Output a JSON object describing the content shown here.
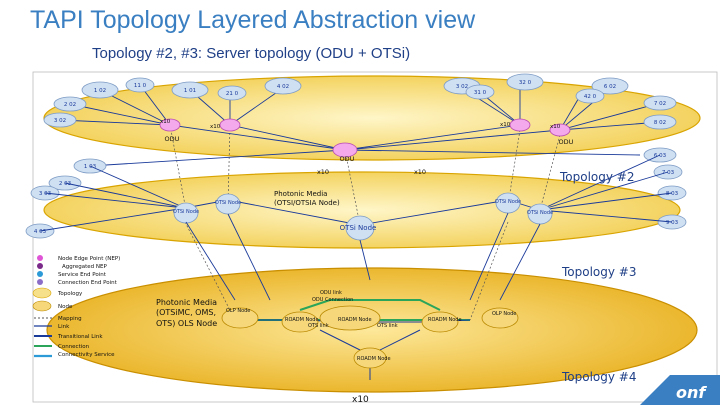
{
  "title": "TAPI Topology Layered Abstraction view",
  "subtitle": "Topology #2, #3: Server topology (ODU + OTSi)",
  "colors": {
    "plane_fill": "#f7e08a",
    "plane_edge": "#d9a400",
    "plane3_fill": "#efbd2a",
    "node_fill": "#cfe0f3",
    "nep_pink": "#e055d6",
    "nep_purple": "#7a2b8a",
    "link_blue": "#1a3a9a",
    "connection_green": "#2aa55a",
    "topology_label": "#1f3f86"
  },
  "top_nodes": [
    {
      "label": "1 02"
    },
    {
      "label": "11 0"
    },
    {
      "label": "1 01"
    },
    {
      "label": "21 0"
    },
    {
      "label": "4 02"
    },
    {
      "label": "3 02"
    },
    {
      "label": "31 0"
    },
    {
      "label": "32 0"
    },
    {
      "label": "6 02"
    },
    {
      "label": "42 0"
    }
  ],
  "side_labels": [
    {
      "label": "2 02"
    },
    {
      "label": "3 02"
    },
    {
      "label": "7 02"
    },
    {
      "label": "8 02"
    },
    {
      "label": "1 03"
    },
    {
      "label": "2 03"
    },
    {
      "label": "3 03"
    },
    {
      "label": "4 03"
    },
    {
      "label": "6 03"
    },
    {
      "label": "7 03"
    },
    {
      "label": "8 03"
    },
    {
      "label": "9 03"
    }
  ],
  "odu_plane": {
    "odu_left": "ODU",
    "odu_center": "ODU",
    "odu_right": "ODU",
    "x10_left_top": "x10",
    "x10_right_top": "x10",
    "x10_right_label": "x10",
    "x10_mid_left": "x10",
    "x10_mid_right": "x10"
  },
  "topology2": {
    "label": "Topology #2",
    "otsi_nodes": [
      {
        "label": "OTSi Node"
      },
      {
        "label": "OTSi Node"
      },
      {
        "label": "OTSi Node"
      },
      {
        "label": "OTSi Node"
      }
    ],
    "photonic_text": "Photonic Media (OTSI/OTSIA Node)",
    "otsi_center": "OTSi Node"
  },
  "topology3": {
    "label": "Topology #3",
    "photonic_text": "Photonic Media (OTSiMC, OMS, OTS) OLS Node",
    "odu_link": "ODU link",
    "odu_connection": "ODU Connection",
    "olp_left": "OLP Node",
    "olp_right": "OLP Node",
    "roadm_left": "ROADM Node",
    "roadm_right": "ROADM Node",
    "roadm_center": "ROADM Node",
    "roadm_bottom": "ROADM Node",
    "ots_left": "OTS link",
    "ots_right": "OTS link",
    "x10_bottom": "x10"
  },
  "topology4": {
    "label": "Topology #4"
  },
  "legend": [
    {
      "label": "Node Edge Point (NEP)",
      "icon": "nep-dot-icon"
    },
    {
      "label": "Aggregated NEP",
      "icon": "aggregated-nep-icon"
    },
    {
      "label": "Service End Point",
      "icon": "sep-icon"
    },
    {
      "label": "Connection End Point",
      "icon": "cep-icon"
    },
    {
      "label": "Topology",
      "icon": "topology-ellipse-icon"
    },
    {
      "label": "Node",
      "icon": "node-ellipse-icon"
    },
    {
      "label": "Mapping",
      "icon": "mapping-line-icon"
    },
    {
      "label": "Link",
      "icon": "link-line-icon"
    },
    {
      "label": "Transitional Link",
      "icon": "transitional-link-icon"
    },
    {
      "label": "Connection",
      "icon": "connection-line-icon"
    },
    {
      "label": "Connectivity Service",
      "icon": "connectivity-service-icon"
    }
  ],
  "brand": "onf"
}
